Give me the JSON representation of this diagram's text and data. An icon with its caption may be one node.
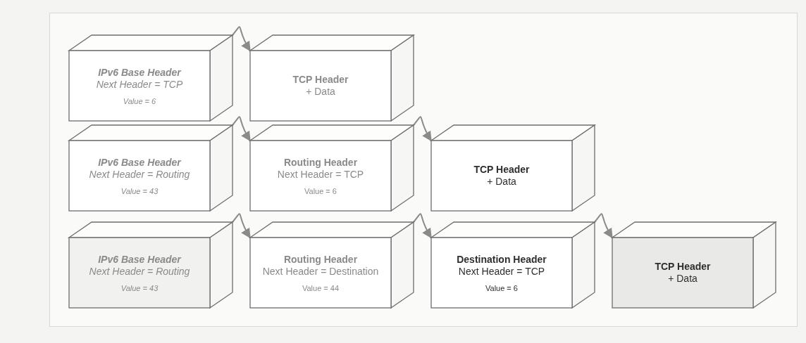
{
  "diagram": {
    "nodes": [
      {
        "text": [
          "IPv6 Base Header",
          "Next Header = TCP",
          "Value = 6"
        ]
      },
      {
        "text": [
          "TCP Header",
          "+ Data"
        ]
      },
      {
        "text": [
          "IPv6 Base Header",
          "Next Header = Routing",
          "Value = 43"
        ]
      },
      {
        "text": [
          "Routing Header",
          "Next Header = TCP",
          "Value = 6"
        ]
      },
      {
        "text": [
          "TCP Header",
          "+ Data"
        ]
      },
      {
        "text": [
          "IPv6 Base Header",
          "Next Header = Routing",
          "Value = 43"
        ]
      },
      {
        "text": [
          "Routing Header",
          "Next Header = Destination",
          "Value = 44"
        ]
      },
      {
        "text": [
          "Destination Header",
          "Next Header = TCP",
          "Value = 6"
        ]
      },
      {
        "text": [
          "TCP Header",
          "+ Data"
        ]
      }
    ],
    "edges": [
      {
        "from": 0,
        "to": 1,
        "arrow": "to"
      },
      {
        "from": 2,
        "to": 3,
        "arrow": "to"
      },
      {
        "from": 3,
        "to": 4,
        "arrow": "to"
      },
      {
        "from": 5,
        "to": 6,
        "arrow": "to"
      },
      {
        "from": 6,
        "to": 7,
        "arrow": "to"
      },
      {
        "from": 7,
        "to": 8,
        "arrow": "to"
      }
    ]
  }
}
